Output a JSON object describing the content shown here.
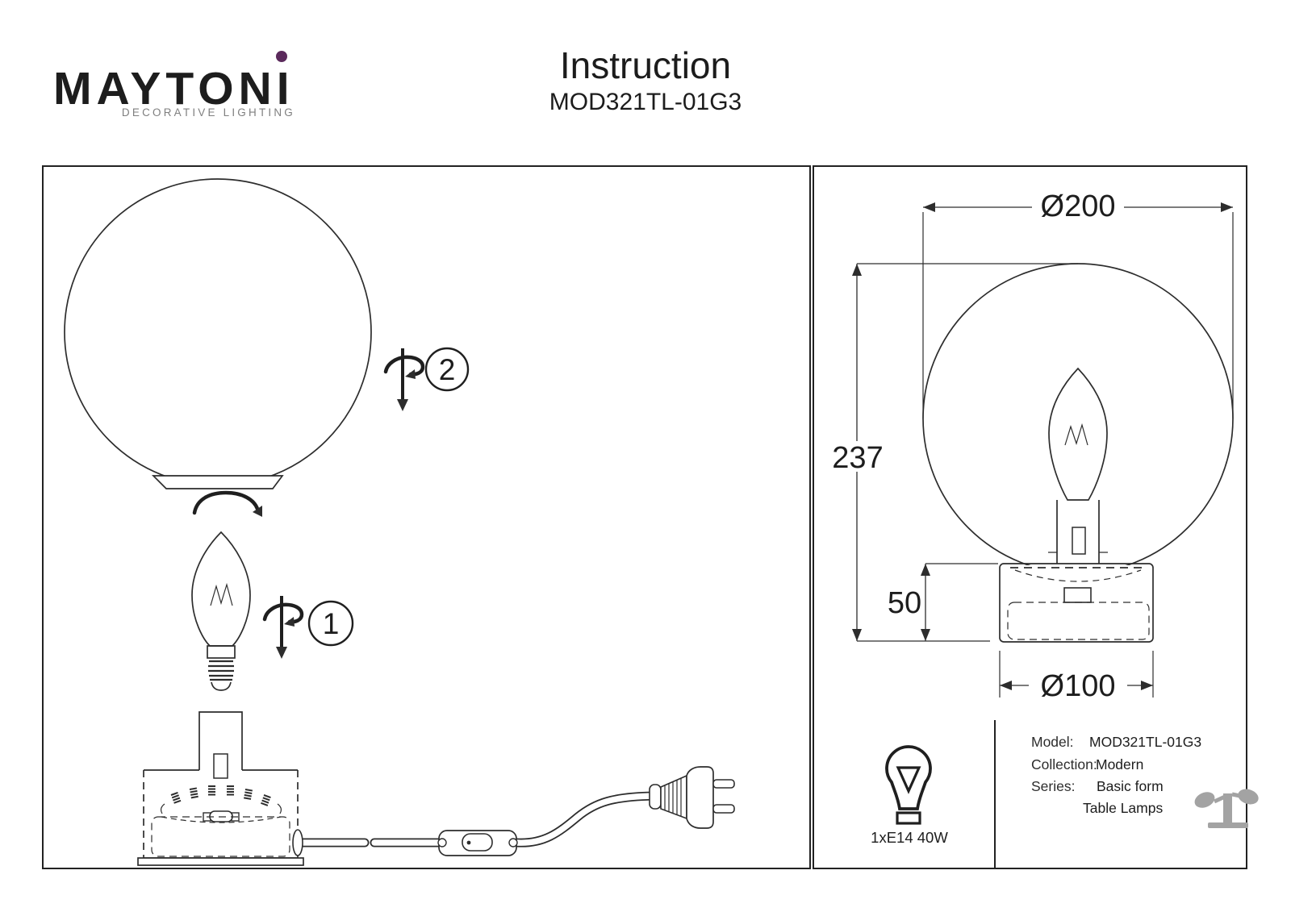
{
  "logo": {
    "brand": "MAYTONI",
    "tagline": "DECORATIVE LIGHTING",
    "brand_color": "#272327",
    "accent_color": "#5b2a5c",
    "tagline_color": "#7f7f7f"
  },
  "header": {
    "title": "Instruction",
    "model": "MOD321TL-01G3"
  },
  "assembly": {
    "step_bulb": "1",
    "step_globe": "2"
  },
  "dimensions": {
    "globe_diameter": "Ø200",
    "total_height": "237",
    "base_height": "50",
    "base_diameter": "Ø100"
  },
  "spec": {
    "bulb_label": "1xE14 40W",
    "model_label": "Model:",
    "model_value": "MOD321TL-01G3",
    "collection_label": "Collection:",
    "collection_value": "Modern",
    "series_label": "Series:",
    "series_value_line1": "Basic form",
    "series_value_line2": "Table Lamps"
  }
}
